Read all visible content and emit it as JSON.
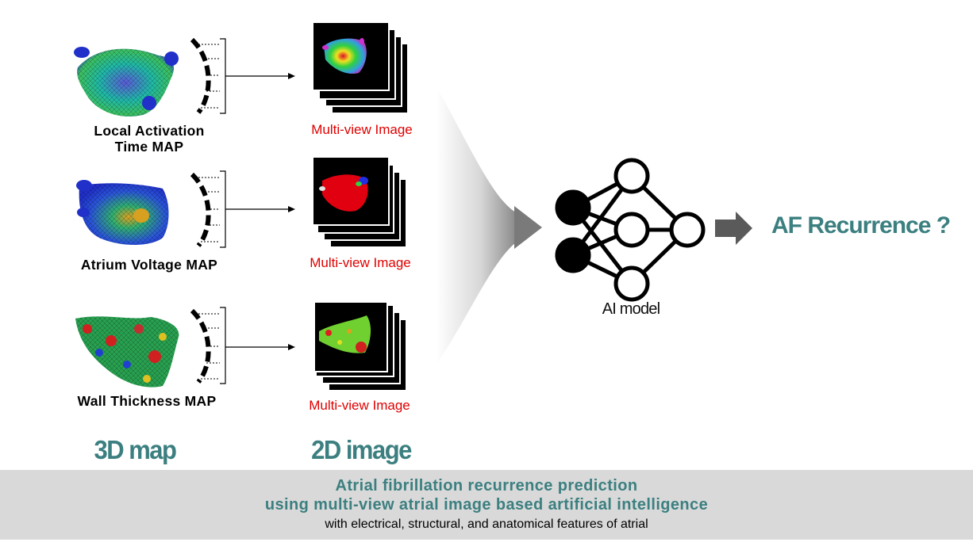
{
  "maps": [
    {
      "label_line1": "Local Activation",
      "label_line2": "Time MAP",
      "output_label": "Multi-view Image"
    },
    {
      "label_line1": "Atrium Voltage MAP",
      "label_line2": "",
      "output_label": "Multi-view Image"
    },
    {
      "label_line1": "Wall Thickness MAP",
      "label_line2": "",
      "output_label": "Multi-view Image"
    }
  ],
  "section_labels": {
    "left": "3D map",
    "middle": "2D image"
  },
  "model": {
    "label": "AI model"
  },
  "result": {
    "label": "AF Recurrence ?"
  },
  "footer": {
    "line1": "Atrial fibrillation recurrence prediction",
    "line2": "using multi-view atrial image based artificial intelligence",
    "line3": "with electrical, structural, and anatomical features of atrial"
  },
  "colors": {
    "teal": "#3c7f80",
    "red": "#e00000",
    "footer_bg": "#d9d9d9"
  }
}
